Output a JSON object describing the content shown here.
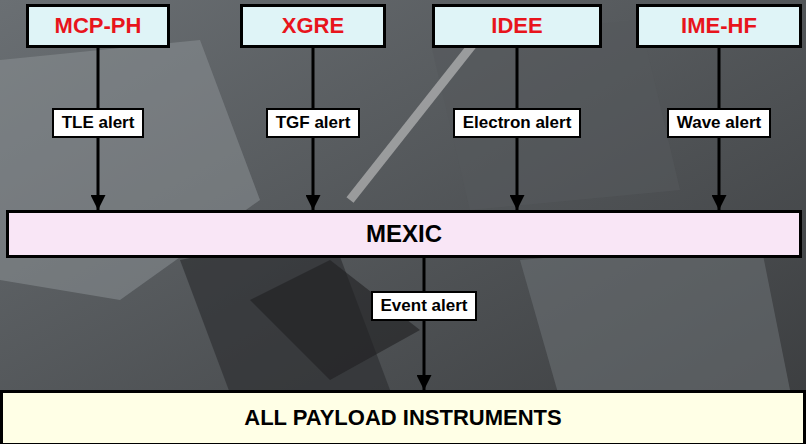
{
  "diagram": {
    "nodes": [
      {
        "text": [
          "MCP-PH"
        ]
      },
      {
        "text": [
          "XGRE"
        ]
      },
      {
        "text": [
          "IDEE"
        ]
      },
      {
        "text": [
          "IME-HF"
        ]
      },
      {
        "text": [
          "MEXIC"
        ]
      },
      {
        "text": [
          "ALL PAYLOAD INSTRUMENTS"
        ]
      }
    ],
    "edges": [
      {
        "from": 0,
        "to": 4,
        "label": "TLE alert",
        "arrow": "to"
      },
      {
        "from": 1,
        "to": 4,
        "label": "TGF alert",
        "arrow": "to"
      },
      {
        "from": 2,
        "to": 4,
        "label": "Electron alert",
        "arrow": "to"
      },
      {
        "from": 3,
        "to": 4,
        "label": "Wave alert",
        "arrow": "to"
      },
      {
        "from": 4,
        "to": 5,
        "label": "Event alert",
        "arrow": "to"
      }
    ]
  }
}
